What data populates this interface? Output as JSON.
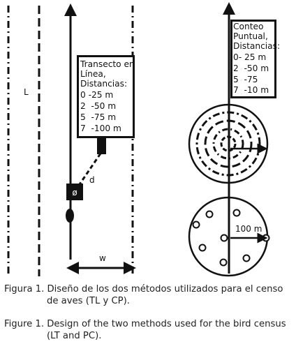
{
  "line_transect": {
    "label_L": "L",
    "label_d": "d",
    "label_w": "w",
    "observer_symbol": "ø",
    "box_lines": [
      "Transecto en",
      "Línea,",
      "Distancias:",
      "0 -25 m",
      "2  -50 m",
      "5  -75 m",
      "7  -100 m"
    ]
  },
  "point_count": {
    "box_lines": [
      "Conteo",
      "Puntual,",
      "Distancias:",
      "0- 25 m",
      "2  -50 m",
      "5  -75",
      "7  -10 m"
    ],
    "radius_label": "100 m"
  },
  "captions": {
    "spanish": [
      "Figura 1. Diseño de los dos métodos utilizados para el censo",
      "de aves (TL y CP)."
    ],
    "english": [
      "Figure 1. Design of the two methods used for the bird census",
      "(LT and PC)."
    ]
  }
}
